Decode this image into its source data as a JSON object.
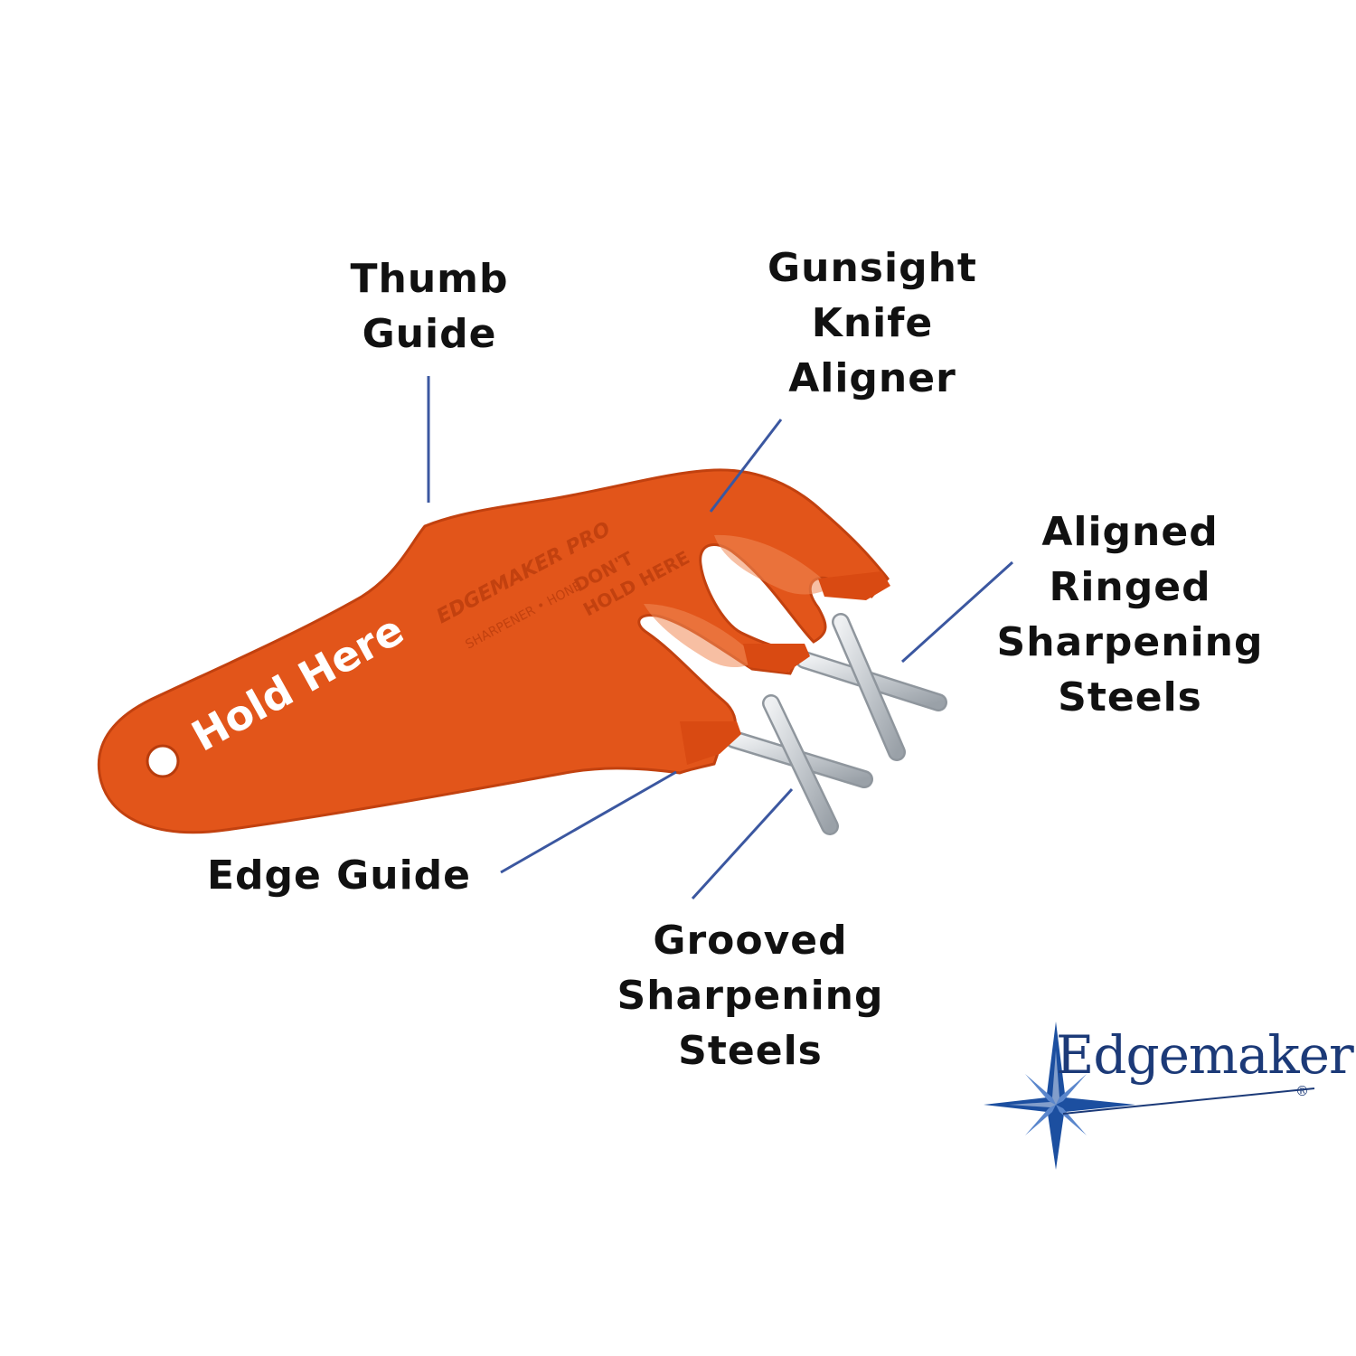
{
  "labels": {
    "thumb_guide": [
      "Thumb",
      "Guide"
    ],
    "gunsight_knife_aligner": [
      "Gunsight",
      "Knife",
      "Aligner"
    ],
    "aligned_ringed_steels": [
      "Aligned",
      "Ringed",
      "Sharpening",
      "Steels"
    ],
    "edge_guide": [
      "Edge Guide"
    ],
    "grooved_steels": [
      "Grooved",
      "Sharpening",
      "Steels"
    ]
  },
  "product": {
    "handle_text": "Hold Here",
    "embossed_brand": "EDGEMAKER PRO",
    "embossed_sub": "SHARPENER • HONE",
    "embossed_warning": [
      "DON'T",
      "HOLD HERE"
    ]
  },
  "brand": {
    "name": "Edgemaker",
    "mark": "®"
  },
  "colors": {
    "handle": "#e2551a",
    "handle_dark": "#c2410f",
    "steel": "#cfd3d7",
    "leader_line": "#3b57a0",
    "label_text": "#111111",
    "brand": "#1c3a78"
  },
  "icons": {
    "brand_star": "compass-star-icon",
    "hang_hole": "hang-hole-icon"
  }
}
